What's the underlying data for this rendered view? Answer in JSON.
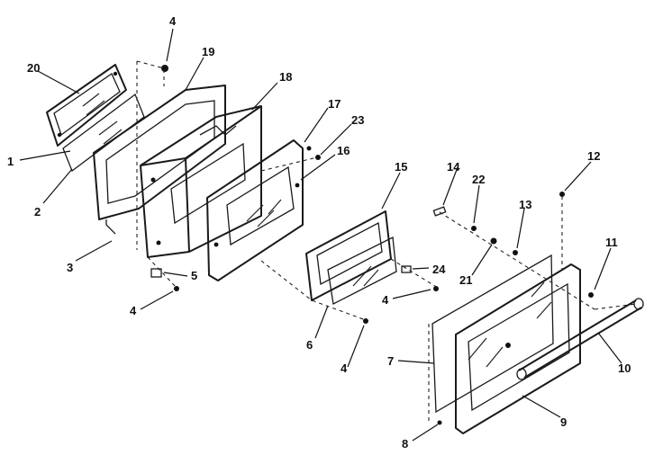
{
  "diagram": {
    "callouts": [
      {
        "id": "c1",
        "text": "1"
      },
      {
        "id": "c2",
        "text": "2"
      },
      {
        "id": "c3",
        "text": "3"
      },
      {
        "id": "c4a",
        "text": "4"
      },
      {
        "id": "c4b",
        "text": "4"
      },
      {
        "id": "c4c",
        "text": "4"
      },
      {
        "id": "c4d",
        "text": "4"
      },
      {
        "id": "c5",
        "text": "5"
      },
      {
        "id": "c6",
        "text": "6"
      },
      {
        "id": "c7",
        "text": "7"
      },
      {
        "id": "c8",
        "text": "8"
      },
      {
        "id": "c9",
        "text": "9"
      },
      {
        "id": "c10",
        "text": "10"
      },
      {
        "id": "c11",
        "text": "11"
      },
      {
        "id": "c12",
        "text": "12"
      },
      {
        "id": "c13",
        "text": "13"
      },
      {
        "id": "c14",
        "text": "14"
      },
      {
        "id": "c15",
        "text": "15"
      },
      {
        "id": "c16",
        "text": "16"
      },
      {
        "id": "c17",
        "text": "17"
      },
      {
        "id": "c18",
        "text": "18"
      },
      {
        "id": "c19",
        "text": "19"
      },
      {
        "id": "c20",
        "text": "20"
      },
      {
        "id": "c21",
        "text": "21"
      },
      {
        "id": "c22",
        "text": "22"
      },
      {
        "id": "c23",
        "text": "23"
      },
      {
        "id": "c24",
        "text": "24"
      }
    ]
  }
}
